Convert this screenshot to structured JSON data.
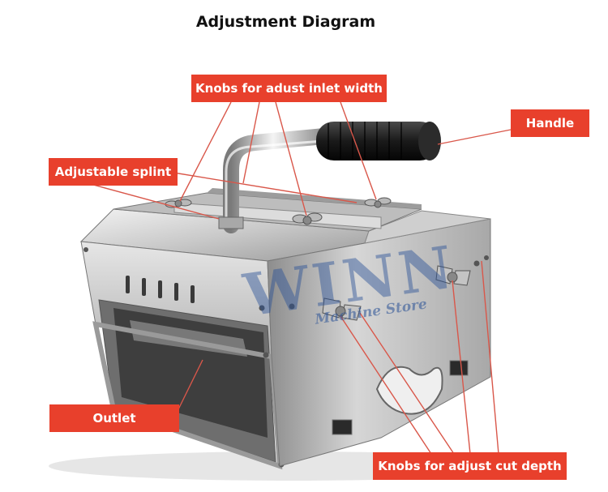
{
  "title": "Adjustment Diagram",
  "labels": {
    "inlet_knobs": "Knobs for adust inlet width",
    "handle": "Handle",
    "splint": "Adjustable splint",
    "outlet": "Outlet",
    "depth_knobs": "Knobs for adjust cut depth"
  },
  "watermark": {
    "brand": "WINN",
    "store": "Machine Store"
  },
  "colors": {
    "label_bg": "#e8402c",
    "label_text": "#ffffff",
    "leader_line": "#d9574a"
  }
}
